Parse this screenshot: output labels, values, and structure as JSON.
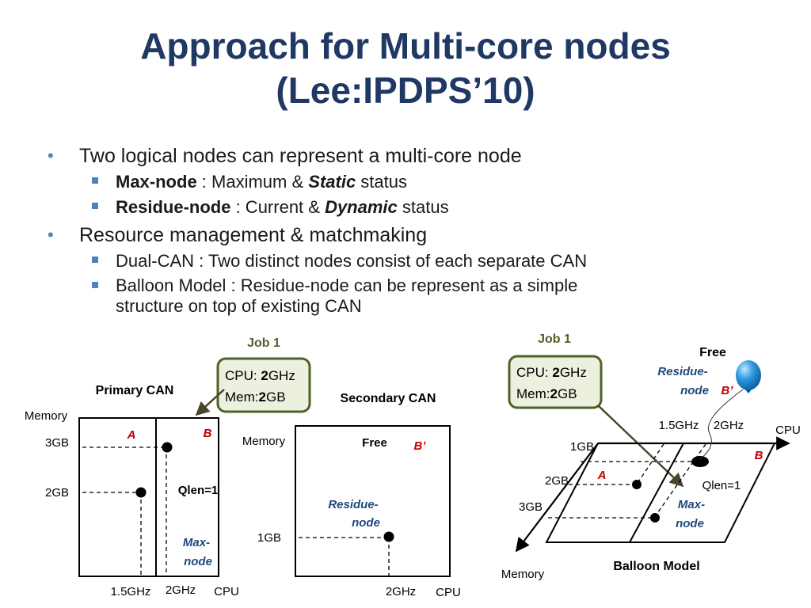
{
  "title": {
    "line1": "Approach for Multi-core nodes",
    "line2": "(Lee:IPDPS’10)"
  },
  "bullets": {
    "b1": "Two logical nodes can represent  a multi-core node",
    "b1_max_bold": "Max-node",
    "b1_max_mid": " : Maximum & ",
    "b1_max_em": "Static",
    "b1_max_end": " status",
    "b1_res_bold": "Residue-node",
    "b1_res_mid": " : Current & ",
    "b1_res_em": "Dynamic",
    "b1_res_end": " status",
    "b2": "Resource management & matchmaking",
    "b2_dual": "Dual-CAN : Two distinct nodes consist of each separate CAN",
    "b2_balloon_l1": "Balloon Model : Residue-node can be represent as a simple",
    "b2_balloon_l2": "structure on top of existing CAN"
  },
  "primary": {
    "title": "Primary CAN",
    "y_axis": "Memory",
    "x_axis": "CPU",
    "y_3gb": "3GB",
    "y_2gb": "2GB",
    "x_15": "1.5GHz",
    "x_2": "2GHz",
    "zone_a": "A",
    "zone_b": "B",
    "qlen": "Qlen=1",
    "maxnode_l1": "Max-",
    "maxnode_l2": "node"
  },
  "job1_left": {
    "label": "Job 1",
    "cpu_pre": "CPU: ",
    "cpu_num": "2",
    "cpu_unit": "GHz",
    "mem_pre": "Mem:",
    "mem_num": "2",
    "mem_unit": "GB"
  },
  "secondary": {
    "title": "Secondary CAN",
    "y_axis": "Memory",
    "x_axis": "CPU",
    "y_1gb": "1GB",
    "x_2": "2GHz",
    "free": "Free",
    "bprime": "B’",
    "residue_l1": "Residue-",
    "residue_l2": "node"
  },
  "job1_right": {
    "label": "Job 1",
    "cpu_pre": "CPU: ",
    "cpu_num": "2",
    "cpu_unit": "GHz",
    "mem_pre": "Mem:",
    "mem_num": "2",
    "mem_unit": "GB"
  },
  "balloon": {
    "title": "Balloon Model",
    "free": "Free",
    "residue_l1": "Residue-",
    "residue_l2": "node",
    "bprime": "B’",
    "x_15": "1.5GHz",
    "x_2": "2GHz",
    "cpu": "CPU",
    "memory": "Memory",
    "y_1gb": "1GB",
    "y_2gb": "2GB",
    "y_3gb": "3GB",
    "zone_a": "A",
    "zone_b": "B",
    "qlen": "Qlen=1",
    "maxnode_l1": "Max-",
    "maxnode_l2": "node"
  },
  "colors": {
    "title": "#1f3864",
    "bullet_marker": "#4f81bd",
    "zone_label_red": "#c00000",
    "node_label_blue": "#1f497d",
    "job_label_olive": "#4f6228",
    "job_box_fill": "#ebf1de",
    "job_box_border": "#4f6228",
    "callout_line": "#4a452a",
    "balloon_blue": "#2e9be0"
  }
}
